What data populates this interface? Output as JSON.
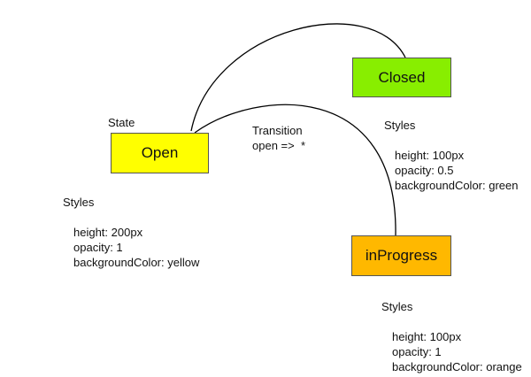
{
  "colors": {
    "open": "#ffff00",
    "closed": "#88ee00",
    "inprogress": "#ffb800",
    "edge": "#000000"
  },
  "state_label": "State",
  "transition": {
    "title": "Transition",
    "rule": "open =>  *"
  },
  "states": {
    "open": {
      "name": "Open",
      "styles_heading": "Styles",
      "props": [
        "height: 200px",
        "opacity: 1",
        "backgroundColor: yellow"
      ]
    },
    "closed": {
      "name": "Closed",
      "styles_heading": "Styles",
      "props": [
        "height: 100px",
        "opacity: 0.5",
        "backgroundColor: green"
      ]
    },
    "inprogress": {
      "name": "inProgress",
      "styles_heading": "Styles",
      "props": [
        "height: 100px",
        "opacity: 1",
        "backgroundColor: orange"
      ]
    }
  },
  "edges": [
    {
      "from": "Open",
      "to": "Closed"
    },
    {
      "from": "Open",
      "to": "inProgress"
    }
  ]
}
